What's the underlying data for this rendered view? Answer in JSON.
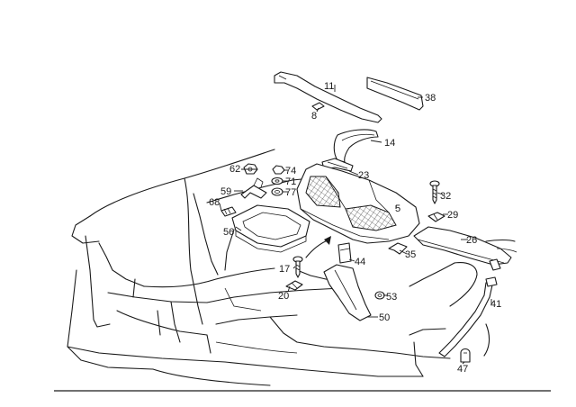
{
  "labels": {
    "p11": "11",
    "p38": "38",
    "p8": "8",
    "p14": "14",
    "p62": "62",
    "p74": "74",
    "p71": "71",
    "p77": "77",
    "p23": "23",
    "p59": "59",
    "p68": "68",
    "p32": "32",
    "p5": "5",
    "p29": "29",
    "p56": "56",
    "p26": "26",
    "p17": "17",
    "p44": "44",
    "p35": "35",
    "p20": "20",
    "p53": "53",
    "p41": "41",
    "p50": "50",
    "p47": "47"
  }
}
